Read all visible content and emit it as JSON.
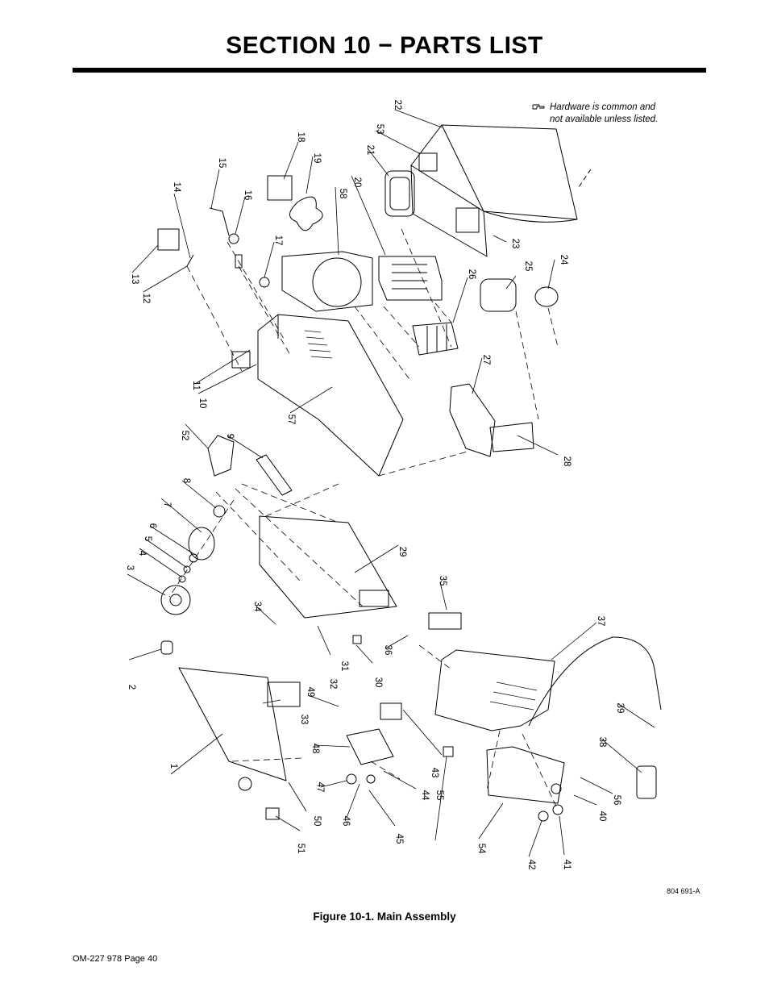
{
  "section_title": "SECTION 10 − PARTS LIST",
  "hardware_note": {
    "icon": "pointing-hand-icon",
    "line1": "Hardware is common and",
    "line2": "not available unless listed."
  },
  "callouts": [
    "1",
    "2",
    "3",
    "4",
    "5",
    "6",
    "7",
    "8",
    "9",
    "10",
    "11",
    "12",
    "13",
    "14",
    "15",
    "16",
    "17",
    "18",
    "19",
    "20",
    "21",
    "22",
    "23",
    "24",
    "25",
    "26",
    "27",
    "28",
    "29",
    "30",
    "31",
    "32",
    "33",
    "34",
    "35",
    "36",
    "37",
    "38",
    "39",
    "40",
    "41",
    "42",
    "43",
    "44",
    "45",
    "46",
    "47",
    "48",
    "49",
    "50",
    "51",
    "52",
    "53",
    "54",
    "55",
    "56",
    "57",
    "58"
  ],
  "drawing_number": "804 691-A",
  "figure_caption": "Figure 10-1. Main Assembly",
  "footer": "OM-227 978 Page 40"
}
